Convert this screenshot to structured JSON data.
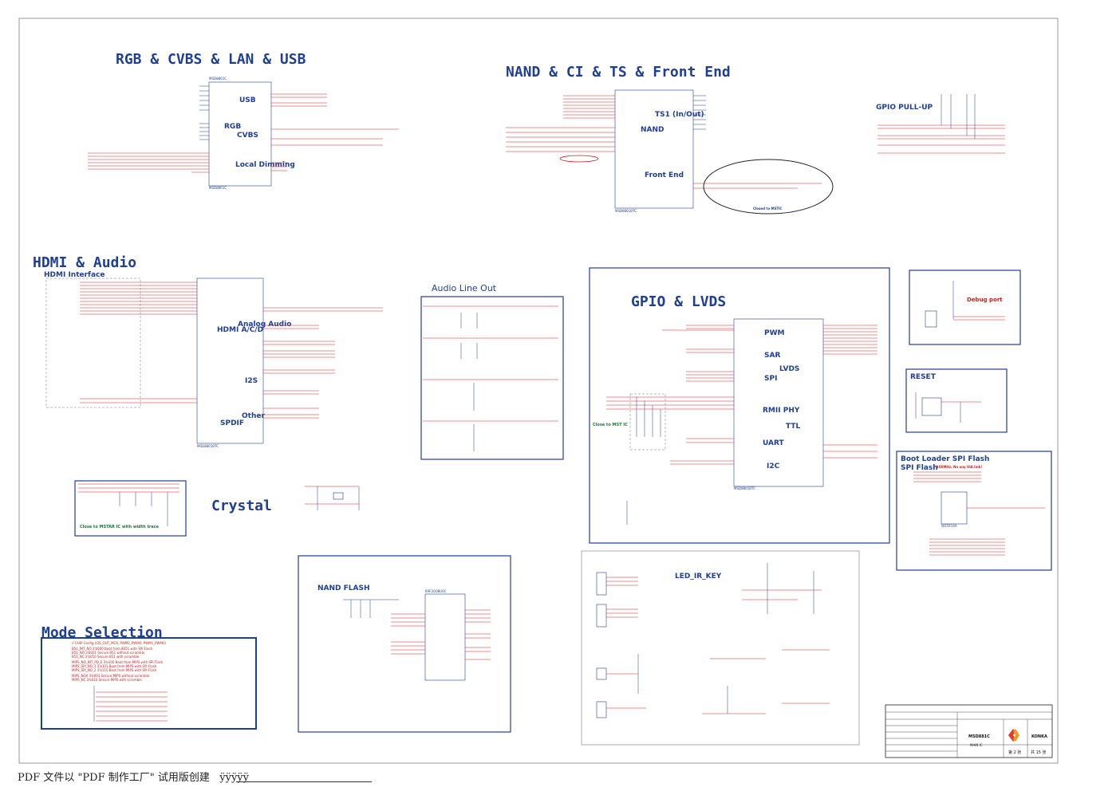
{
  "sections": {
    "rgb": "RGB & CVBS & LAN & USB",
    "nand_front": "NAND & CI & TS & Front End",
    "hdmi_audio": "HDMI & Audio",
    "hdmi_interface": "HDMI Interface",
    "audio_line_out": "Audio Line Out",
    "gpio_lvds": "GPIO & LVDS",
    "debug_port": "Debug port",
    "reset": "RESET",
    "boot_loader": "Boot Loader SPI Flash",
    "spi_flash": "SPI Flash",
    "crystal": "Crystal",
    "nand_flash": "NAND FLASH",
    "led_ir_key": "LED_IR_KEY",
    "mode_selection": "Mode Selection",
    "gpio_pullup": "GPIO PULL-UP"
  },
  "blocks": {
    "usb": "USB",
    "rgb_block": "RGB",
    "cvbs": "CVBS",
    "local_dimming": "Local Dimming",
    "ts1": "TS1 (In/Out)",
    "nand": "NAND",
    "front_end": "Front End",
    "hdmi_ac": "HDMI A/C/D",
    "analog_audio": "Analog Audio",
    "i2s": "I2S",
    "other": "Other",
    "spdif": "SPDIF",
    "pwm": "PWM",
    "sar": "SAR",
    "spi": "SPI",
    "lvds": "LVDS",
    "rmii": "RMII PHY",
    "ttl": "TTL",
    "uart": "UART",
    "i2c": "I2C",
    "closed_to_mstic": "Closed to MSTIC",
    "close_to_mst": "Close to MST IC",
    "close_to_msta": "Close to MSTAR IC with width trace",
    "bom_note": "*100MHz, No any VIA link!"
  },
  "chips": {
    "u1": "MSD8801C",
    "u2": "MSD8801BTC",
    "u3": "MSD8801BTC",
    "u4": "MSD8801BTC",
    "nand_chip": "K9F2G08U0C",
    "flash_chip": "W25X16A"
  },
  "mode_lines": [
    "// CHIP Config  (I2S_OUT_MCK, PWM2_PWM0, PWM1_PWM0)",
    "B51_INT_NO      3'b000  Boot from 8051 with SPI Flash",
    "B51_NO          3'b001  Secure B51 without scramble",
    "B51_NC          3'b010  Secure B51 with scramble",
    "MIPS_NO_INT_PD_E 3'b100  Boot from MIPS with SPI Flash",
    "MIPS_SPI_NO_1   3'b101  Boot from MIPS with SPI Flash",
    "MIPS_SPI_NO_2   3'b110  Boot from MIPS with SPI Flash",
    "MIPS_NO0        3'b001  Secure MIPS without scramble",
    "MIPS_NC         3'b010  Secure MIPS with scramble"
  ],
  "title_block": {
    "company": "KONKA",
    "model": "MSD881C",
    "sheet": "MAIN IC",
    "page": "第 2 张",
    "total": "共 15 张"
  },
  "footer": "PDF 文件以 \"PDF 制作工厂\" 试用版创建   ÿÿÿÿÿ"
}
